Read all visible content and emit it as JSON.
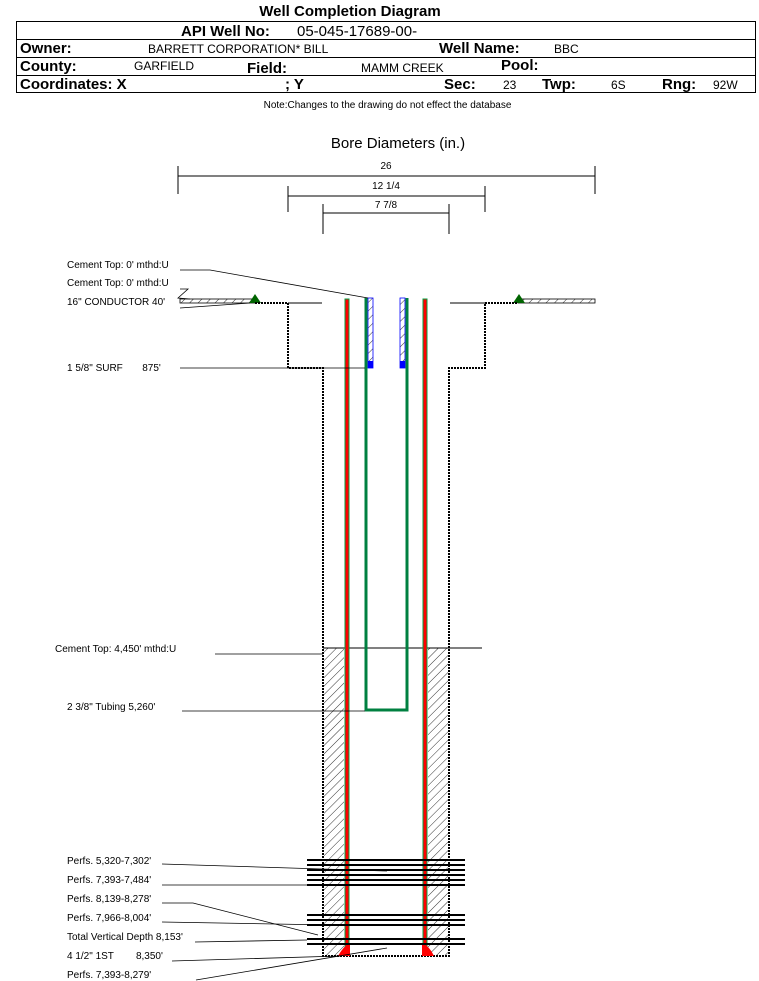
{
  "title": "Well Completion Diagram",
  "header": {
    "api_label": "API Well No:",
    "api_value": "05-045-17689-00-",
    "owner_label": "Owner:",
    "owner_value": "BARRETT CORPORATION* BILL",
    "well_name_label": "Well Name:",
    "well_name_value": "BBC",
    "county_label": "County:",
    "county_value": "GARFIELD",
    "field_label": "Field:",
    "field_value": "MAMM CREEK",
    "pool_label": "Pool:",
    "coord_x_label": "Coordinates: X",
    "coord_y_label": "; Y",
    "sec_label": "Sec:",
    "sec_value": "23",
    "twp_label": "Twp:",
    "twp_value": "6S",
    "rng_label": "Rng:",
    "rng_value": "92W"
  },
  "note": "Note:Changes to the drawing do not effect the database",
  "diagram": {
    "bore_title": "Bore Diameters (in.)",
    "bores": [
      "26",
      "12 1/4",
      "7 7/8"
    ],
    "labels": [
      "Cement Top: 0' mthd:U",
      "Cement Top: 0' mthd:U",
      "16\" CONDUCTOR  40'",
      "1 5/8\" SURF       875'",
      "Cement Top: 4,450' mthd:U",
      "2 3/8\" Tubing 5,260'",
      "Perfs. 5,320-7,302'",
      "Perfs. 7,393-7,484'",
      "Perfs. 8,139-8,278'",
      "Perfs. 7,966-8,004'",
      "Total Vertical Depth 8,153'",
      "4 1/2\" 1ST        8,350'",
      "Perfs. 7,393-8,279'"
    ],
    "colors": {
      "casing": "#ff0000",
      "casing_edge": "#008040",
      "tubing": "#008040",
      "cement_plug": "#0000ff"
    }
  }
}
